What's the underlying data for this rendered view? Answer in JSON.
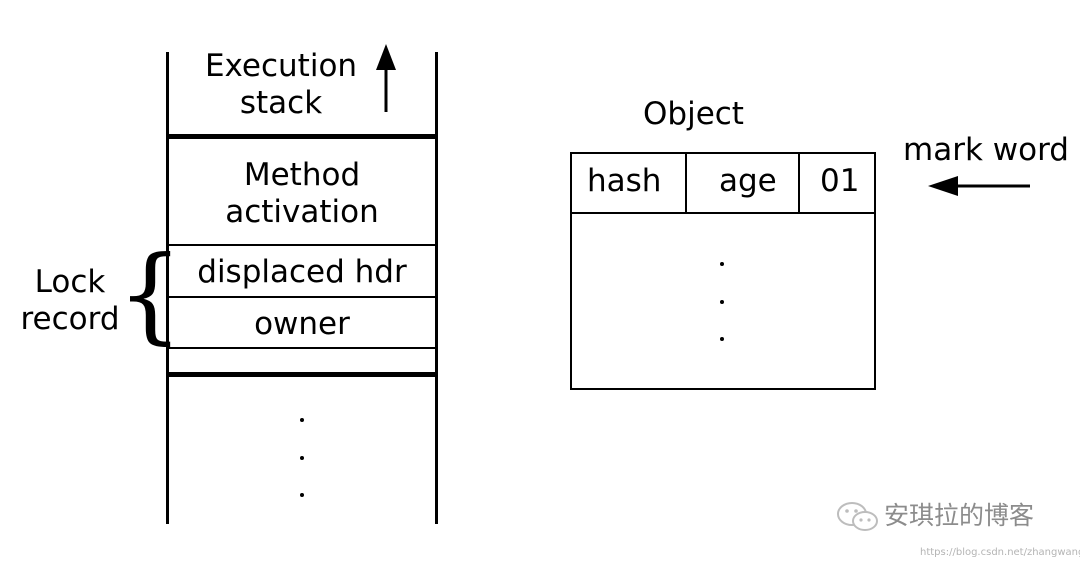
{
  "stack": {
    "execution_line1": "Execution",
    "execution_line2": "stack",
    "method_line1": "Method",
    "method_line2": "activation",
    "displaced_hdr": "displaced hdr",
    "owner": "owner",
    "lock_record_line1": "Lock",
    "lock_record_line2": "record"
  },
  "object": {
    "title": "Object",
    "cells": [
      "hash",
      "age",
      "01"
    ],
    "mark_word_label": "mark word"
  },
  "watermark": {
    "blog_name": "安琪拉的博客",
    "url": "https://blog.csdn.net/zhangwangwei"
  }
}
